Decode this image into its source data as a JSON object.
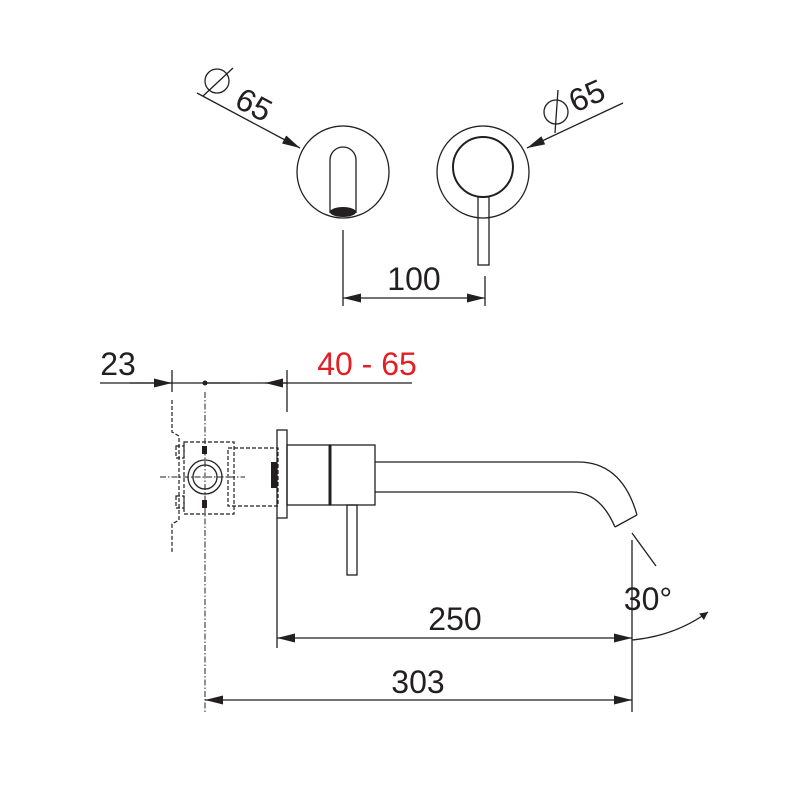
{
  "dimensions": {
    "left_diameter": "65",
    "right_diameter": "65",
    "spacing": "100",
    "wall_offset": "23",
    "wall_depth_range": "40 - 65",
    "spout_reach": "250",
    "total_length": "303",
    "spout_angle": "30°"
  },
  "colors": {
    "line": "#231f20",
    "highlight": "#e31e24"
  }
}
